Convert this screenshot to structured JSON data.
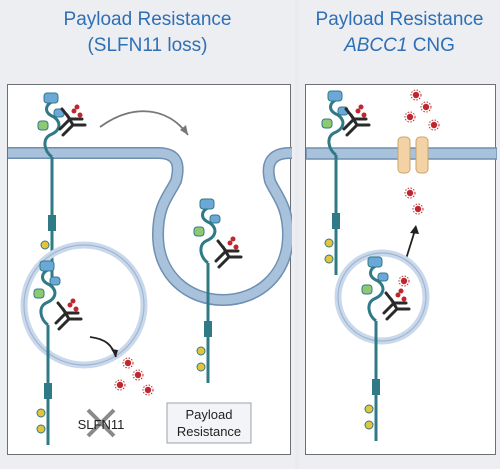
{
  "left_panel": {
    "title_line1": "Payload Resistance",
    "title_line2": "(SLFN11 loss)",
    "slfn11_label": "SLFN11",
    "payload_box_line1": "Payload",
    "payload_box_line2": "Resistance"
  },
  "right_panel": {
    "title_line1": "Payload Resistance",
    "title_gene": "ABCC1",
    "title_suffix": " CNG"
  },
  "colors": {
    "title": "#2f6fb6",
    "membrane": "#a9c2dc",
    "membrane_edge": "#6f8fb2",
    "receptor": "#2f7a86",
    "receptor_green": "#8fc872",
    "receptor_blue": "#6ba8d8",
    "antibody": "#2a2a2a",
    "payload": "#c0262d",
    "phospho": "#e7c33a",
    "transporter": "#f3d3a6"
  }
}
